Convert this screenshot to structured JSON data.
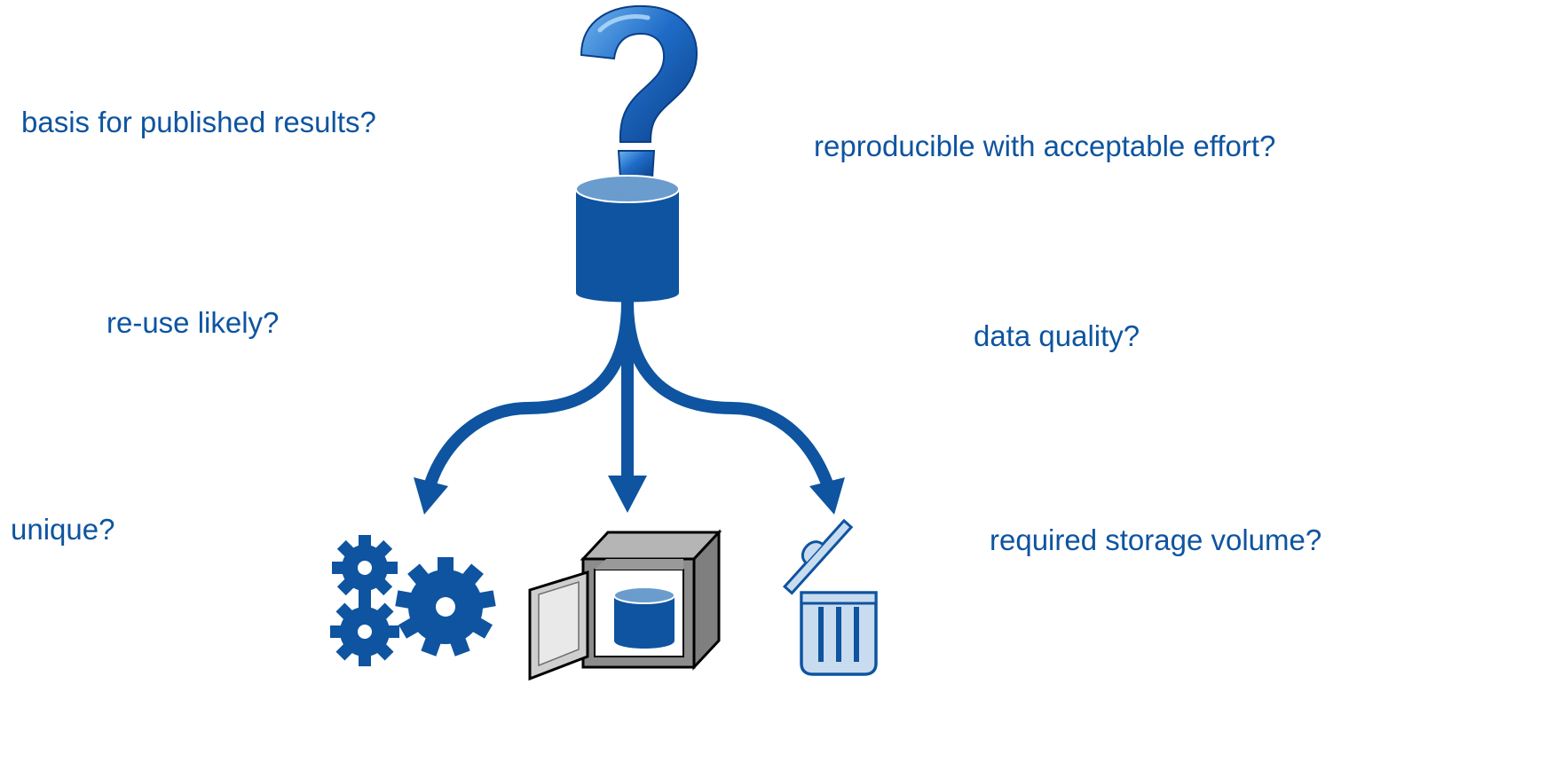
{
  "questions": {
    "basis": "basis for published results?",
    "reproducible": "reproducible with acceptable effort?",
    "reuse": "re-use likely?",
    "quality": "data quality?",
    "unique": "unique?",
    "storage": "required storage volume?"
  },
  "icons": {
    "top": [
      "question-mark-icon",
      "database-icon"
    ],
    "outcomes": [
      "gears-icon",
      "safe-with-database-icon",
      "trash-can-icon"
    ]
  },
  "colors": {
    "primary": "#0e54a0",
    "database_top": "#6a9ccd",
    "safe_gray": "#8c8c8c",
    "trash_fill": "#c9dcef"
  }
}
